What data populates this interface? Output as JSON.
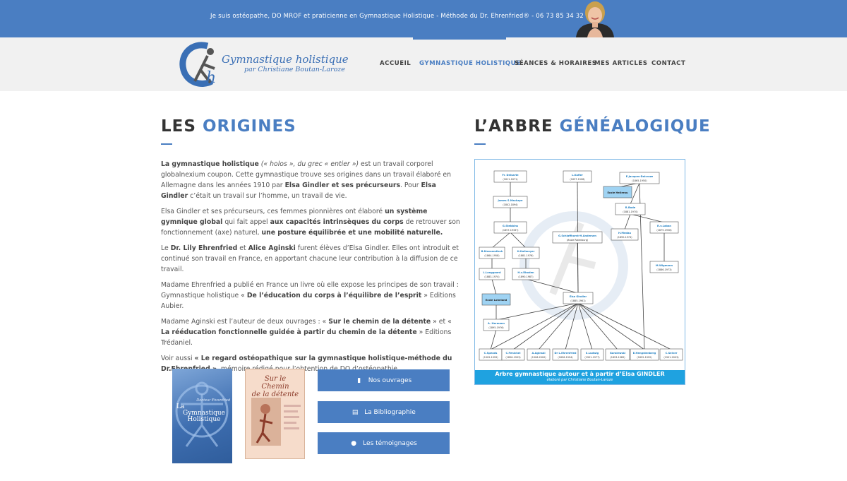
{
  "topbar": {
    "text": "Je suis ostéopathe, DO MROF et praticienne en Gymnastique Holistique - Méthode du Dr. Ehrenfried® - 06 73 85 34 32"
  },
  "logo": {
    "title": "Gymnastique holistique",
    "subtitle": "par Christiane Boutan-Laroze"
  },
  "nav": {
    "items": [
      {
        "label": "ACCUEIL"
      },
      {
        "label": "GYMNASTIQUE HOLISTIQUE"
      },
      {
        "label": "SÉANCES & HORAIRES"
      },
      {
        "label": "MES ARTICLES"
      },
      {
        "label": "CONTACT"
      }
    ],
    "active_index": 1
  },
  "origins": {
    "heading_plain": "LES",
    "heading_accent": "ORIGINES",
    "paragraphs": {
      "p1": {
        "s1": "La gymnastique holistique",
        "s2": " (« holos », du grec « entier »)",
        "s3": " est un travail corporel globalnexium coupon. Cette gymnastique trouve ses origines dans un travail élaboré en Allemagne dans les années  1910  par ",
        "s4": "Elsa Gindler et ses précurseurs",
        "s5": ". Pour ",
        "s6": "Elsa Gindler",
        "s7": " c’était un travail sur l’homme, un travail  de vie."
      },
      "p2": {
        "s1": "Elsa Gindler et ses précurseurs, ces femmes pionnières ont élaboré ",
        "s2": "un système gymnique global",
        "s3": " qui fait appel ",
        "s4": "aux capacités intrinsèques du corps",
        "s5": " de retrouver son fonctionnement (axe) naturel, ",
        "s6": "une posture équilibrée et une mobilité naturelle."
      },
      "p3": {
        "s1": "Le ",
        "s2": "Dr. Lily Ehrenfried",
        "s3": " et ",
        "s4": "Alice Aginski",
        "s5": " furent élèves d’Elsa Gindler. Elles ont introduit et continué son travail en France, en apportant chacune leur contribution à la diffusion de ce travail."
      },
      "p4": {
        "s1": "Madame Ehrenfried  a publié en France un livre où elle expose les principes de son travail : Gymnastique holistique « ",
        "s2": "De l’éducation du corps à l’équilibre de l’esprit",
        "s3": " » Editions Aubier."
      },
      "p5": {
        "s1": "Madame Aginski  est l’auteur de deux ouvrages : « ",
        "s2": "Sur le chemin de la détente",
        "s3": " » et « ",
        "s4": "La rééducation fonctionnelle guidée à partir du chemin de la détente",
        "s5": " » Editions Trédaniel."
      },
      "p6": {
        "s1": "Voir aussi ",
        "s2": "« Le regard ostéopathique sur la gymnastique holistique-méthode du Dr.Ehrenfried »",
        "s3": ", mémoire rédigé pour l’obtention de DO d’ostéopathie"
      }
    }
  },
  "books": {
    "book1": {
      "author": "Docteur Ehrenfried",
      "title_line1": "La",
      "title_line2": "Gymnastique",
      "title_line3": "Holistique"
    },
    "book2": {
      "title_line1": "Sur le Chemin",
      "title_line2": "de la détente"
    }
  },
  "buttons": [
    {
      "label": "Nos ouvrages",
      "icon": "book-icon"
    },
    {
      "label": "La Bibliographie",
      "icon": "book-open-icon"
    },
    {
      "label": "Les témoignages",
      "icon": "speech-bubble-icon"
    }
  ],
  "tree": {
    "heading_plain": "L’ARBRE",
    "heading_accent": "GÉNÉALOGIQUE",
    "banner_title": "Arbre gymnastique autour et à partir d’Elsa GINDLER",
    "banner_subtitle": "élaboré par Christiane Boutan-Laroze",
    "nodes": [
      {
        "name": "Fr. Delsarte",
        "dates": "(1811-1871)"
      },
      {
        "name": "L.Kofler",
        "dates": "(1837-1908)"
      },
      {
        "name": "E.Jacques-Dalcroze",
        "dates": "(1865-1950)"
      },
      {
        "name": "Ecole Hellerau",
        "dates": ""
      },
      {
        "name": "James S.Mackaye",
        "dates": "(1842-1894)"
      },
      {
        "name": "R.Bode",
        "dates": "(1881-1970)"
      },
      {
        "name": "G.Stebbins",
        "dates": "(1857-1933?)"
      },
      {
        "name": "G.Schlaffhorst-H.Andersen",
        "dates": "(école Rotenburg)"
      },
      {
        "name": "H.Medau",
        "dates": "(1890-1974)"
      },
      {
        "name": "R.v.Laban",
        "dates": "(1879-1958)"
      },
      {
        "name": "B.Mensendieck",
        "dates": "(1864-1958)"
      },
      {
        "name": "H.Kallmeyer",
        "dates": "(1881-1976)"
      },
      {
        "name": "M.Wigmann",
        "dates": "(1886-1973)"
      },
      {
        "name": "L.Langgaard",
        "dates": "(1883-1974)"
      },
      {
        "name": "H.v.Rhoden",
        "dates": "(1890-1987)"
      },
      {
        "name": "Ecole Loheland",
        "dates": ""
      },
      {
        "name": "Elsa Gindler",
        "dates": "(1885-1961)"
      },
      {
        "name": "A. Hermann",
        "dates": "(1895-1976)"
      },
      {
        "name": "C.Speads",
        "dates": "(1902-1999)"
      },
      {
        "name": "C.Fenichel",
        "dates": "(1896-1993)"
      },
      {
        "name": "A.Aginski",
        "dates": "(1906-2000)"
      },
      {
        "name": "Dr L.Ehrenfried",
        "dates": "(1896-1994)"
      },
      {
        "name": "S.Ludwig",
        "dates": "(1901-1977)"
      },
      {
        "name": "Goralewski",
        "dates": "(1893-1989)"
      },
      {
        "name": "E.Hengstenberg",
        "dates": "(1892-1992)"
      },
      {
        "name": "C.Selver",
        "dates": "(1901-2003)"
      }
    ]
  },
  "colors": {
    "accent": "#4a7ec2",
    "tree_banner": "#1fa2e0"
  }
}
